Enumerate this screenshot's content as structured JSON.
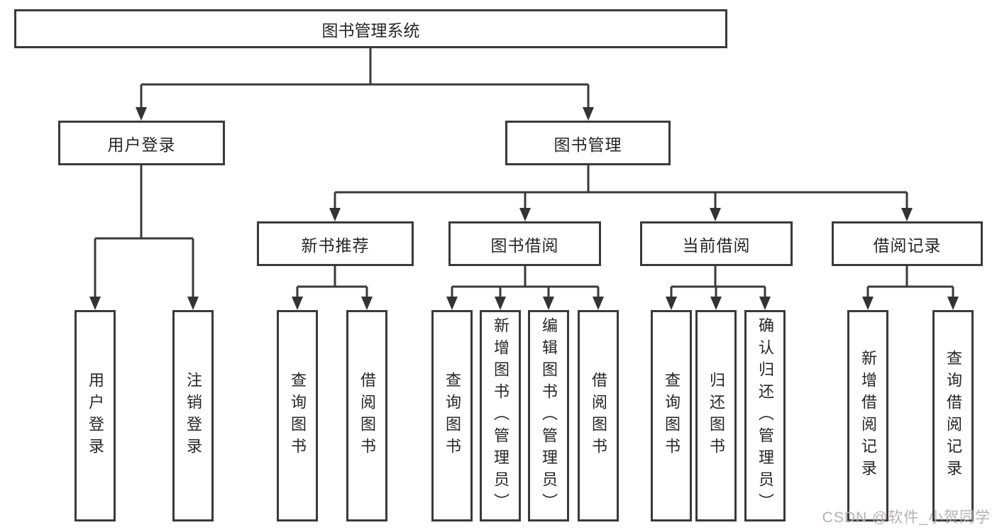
{
  "diagram_type": "hierarchy-tree",
  "colors": {
    "background": "#ffffff",
    "line": "#3a3a3a",
    "box_border": "#3a3a3a",
    "text": "#262626",
    "watermark": "#b8b0b0"
  },
  "tree": {
    "label": "图书管理系统",
    "children": [
      {
        "label": "用户登录",
        "children": [
          {
            "label": "用户登录"
          },
          {
            "label": "注销登录"
          }
        ]
      },
      {
        "label": "图书管理",
        "children": [
          {
            "label": "新书推荐",
            "children": [
              {
                "label": "查询图书"
              },
              {
                "label": "借阅图书"
              }
            ]
          },
          {
            "label": "图书借阅",
            "children": [
              {
                "label": "查询图书"
              },
              {
                "label": "新增图书（管理员）"
              },
              {
                "label": "编辑图书（管理员）"
              },
              {
                "label": "借阅图书"
              }
            ]
          },
          {
            "label": "当前借阅",
            "children": [
              {
                "label": "查询图书"
              },
              {
                "label": "归还图书"
              },
              {
                "label": "确认归还（管理员）"
              }
            ]
          },
          {
            "label": "借阅记录",
            "children": [
              {
                "label": "新增借阅记录"
              },
              {
                "label": "查询借阅记录"
              }
            ]
          }
        ]
      }
    ]
  },
  "watermark": {
    "text": "CSDN @软件_小贺同学"
  }
}
